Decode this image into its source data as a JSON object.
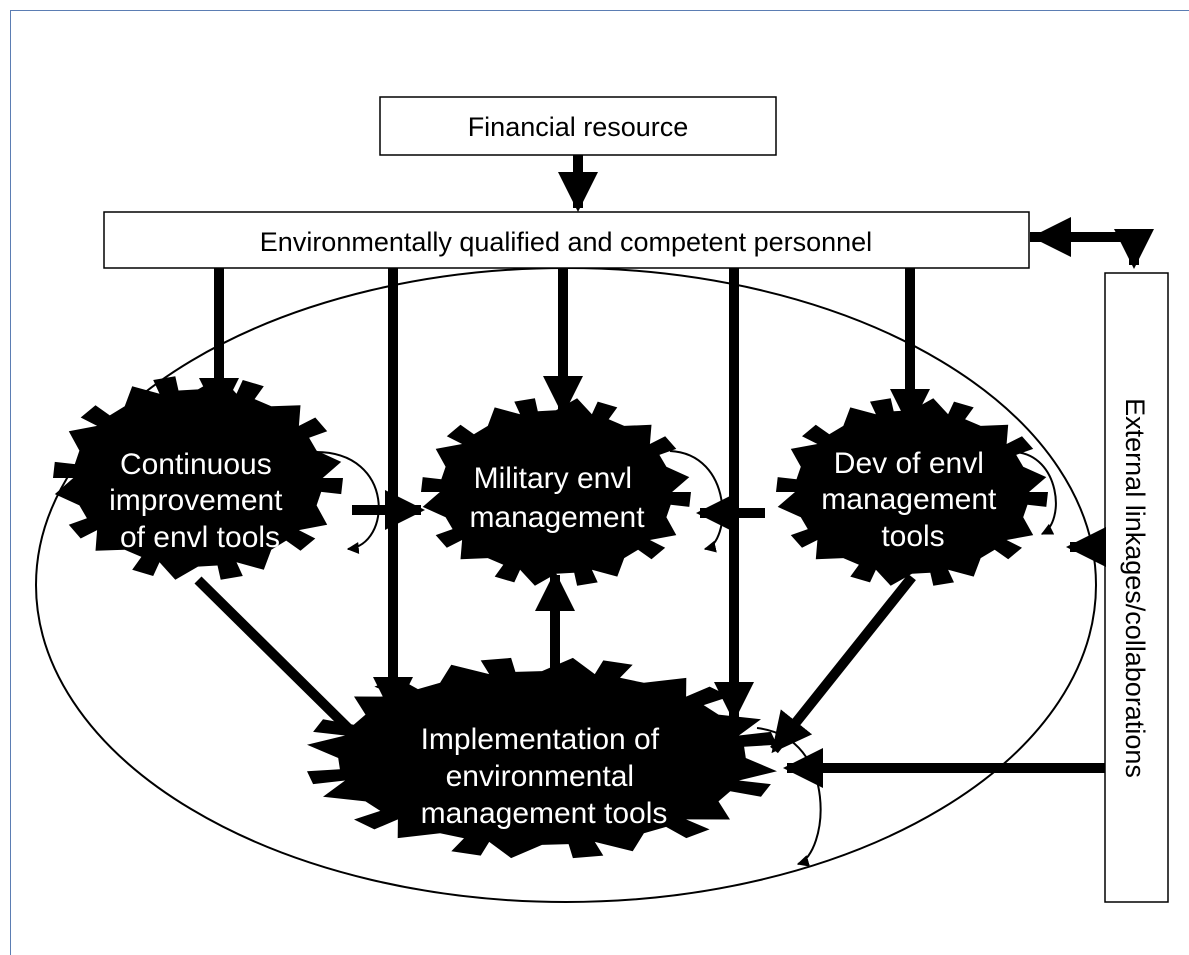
{
  "boxes": {
    "financial": "Financial resource",
    "personnel": "Environmentally qualified and competent personnel",
    "external": "External linkages/collaborations"
  },
  "gears": {
    "continuous": [
      "Continuous",
      "improvement",
      "of envl tools"
    ],
    "military": [
      "Military envl",
      "management"
    ],
    "dev": [
      "Dev of envl",
      "management",
      "tools"
    ],
    "implementation": [
      "Implementation of",
      "environmental",
      "management tools"
    ]
  },
  "colors": {
    "frame": "#5b7db3",
    "ink": "#000000",
    "paper": "#ffffff"
  }
}
